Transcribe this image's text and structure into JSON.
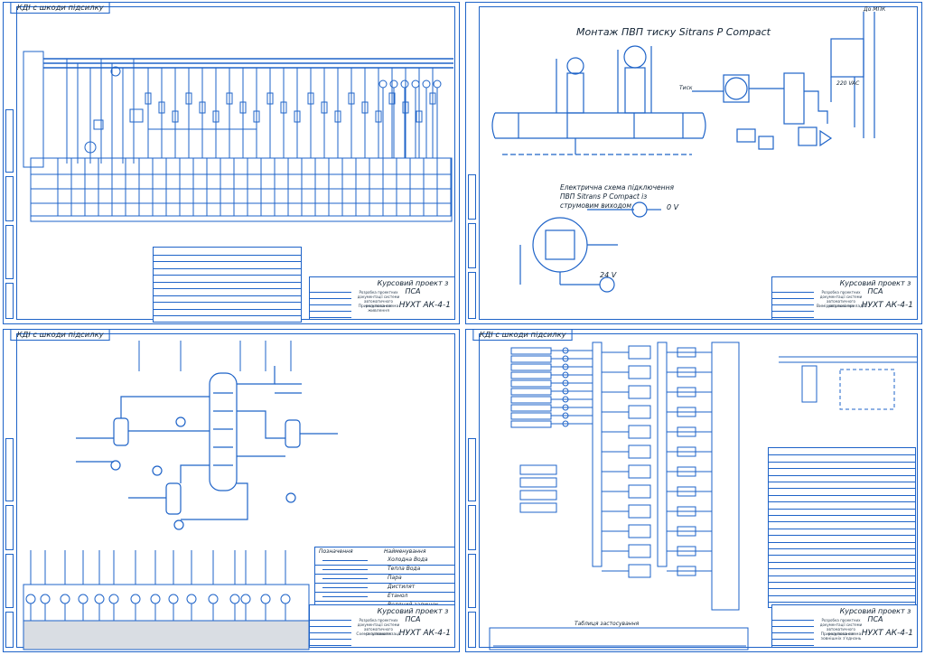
{
  "sheets": [
    {
      "tag": "КДІ с шкоди підсилку",
      "title_block": {
        "title": "Курсовий проект з ПСА",
        "code": "НУХТ АК-4-1",
        "subtitle": "Розробка проектних документації системи автоматичного регулювання",
        "name": "Принципова схема живлення"
      }
    },
    {
      "tag": "",
      "heading": "Монтаж ПВП тиску Sitrans P Compact",
      "subheading": "Електрична схема підключення ПВП Sitrans P Compact із струмовим виходом",
      "labels": {
        "zero_v": "0 V",
        "v24": "24 V",
        "to_mpk": "До МПК",
        "vac": "220 VAC",
        "tisk": "Тиск"
      },
      "title_block": {
        "title": "Курсовий проект з ПСА",
        "code": "НУХТ АК-4-1",
        "subtitle": "Розробка проектних документації системи автоматичного регулювання",
        "name": "Вимірювальні прилади"
      }
    },
    {
      "tag": "КДІ с шкоди підсилку",
      "legend": {
        "header": [
          "Позначення",
          "Найменування"
        ],
        "rows": [
          "Холодна Вода",
          "Тепла Вода",
          "Пара",
          "Дистилят",
          "Етанол",
          "Водяний залишок"
        ]
      },
      "title_block": {
        "title": "Курсовий проект з ПСА",
        "code": "НУХТ АК-4-1",
        "subtitle": "Розробка проектних документації системи автоматичного регулювання",
        "name": "Схема автоматизації"
      }
    },
    {
      "tag": "КДІ с шкоди підсилку",
      "table_caption": "Таблиця застосування",
      "title_block": {
        "title": "Курсовий проект з ПСА",
        "code": "НУХТ АК-4-1",
        "subtitle": "Розробка проектних документації системи автоматичного регулювання",
        "name": "Принципова схема зовнішніх з'єднань"
      }
    }
  ],
  "colors": {
    "line": "#1e63c8",
    "text": "#112233"
  }
}
